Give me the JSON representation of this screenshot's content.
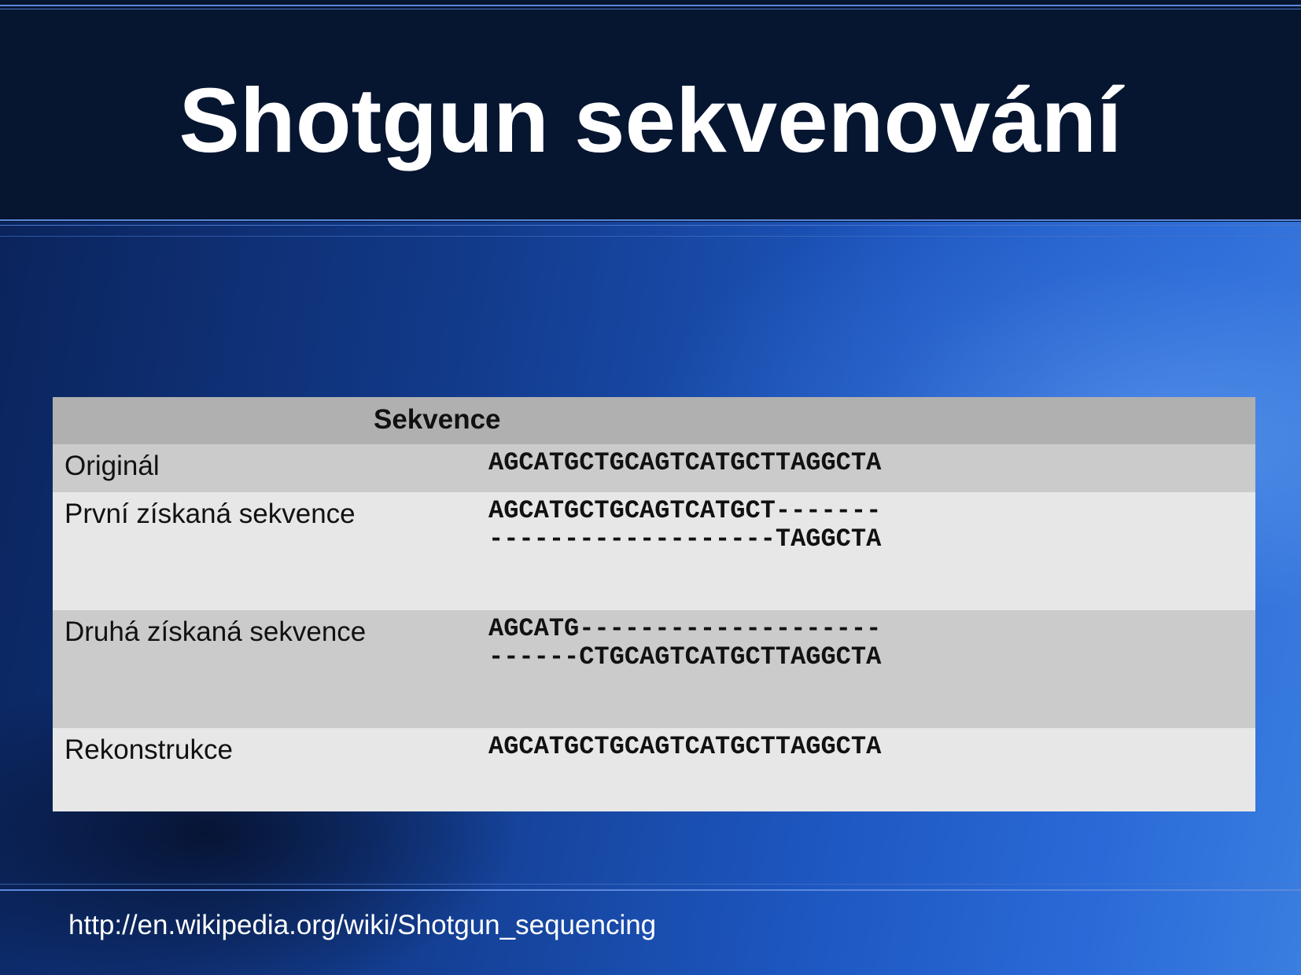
{
  "slide": {
    "title": "Shotgun sekvenování",
    "source_link": "http://en.wikipedia.org/wiki/Shotgun_sequencing"
  },
  "table": {
    "header": {
      "col1": "",
      "col2": "Sekvence"
    },
    "rows": [
      {
        "label": "Originál",
        "lines": [
          "AGCATGCTGCAGTCATGCTTAGGCTA"
        ]
      },
      {
        "label": "První získaná sekvence",
        "lines": [
          "AGCATGCTGCAGTCATGCT-------",
          "-------------------TAGGCTA"
        ]
      },
      {
        "label": "Druhá získaná sekvence",
        "lines": [
          "AGCATG--------------------",
          "------CTGCAGTCATGCTTAGGCTA"
        ]
      },
      {
        "label": "Rekonstrukce",
        "lines": [
          "AGCATGCTGCAGTCATGCTTAGGCTA"
        ]
      }
    ]
  }
}
